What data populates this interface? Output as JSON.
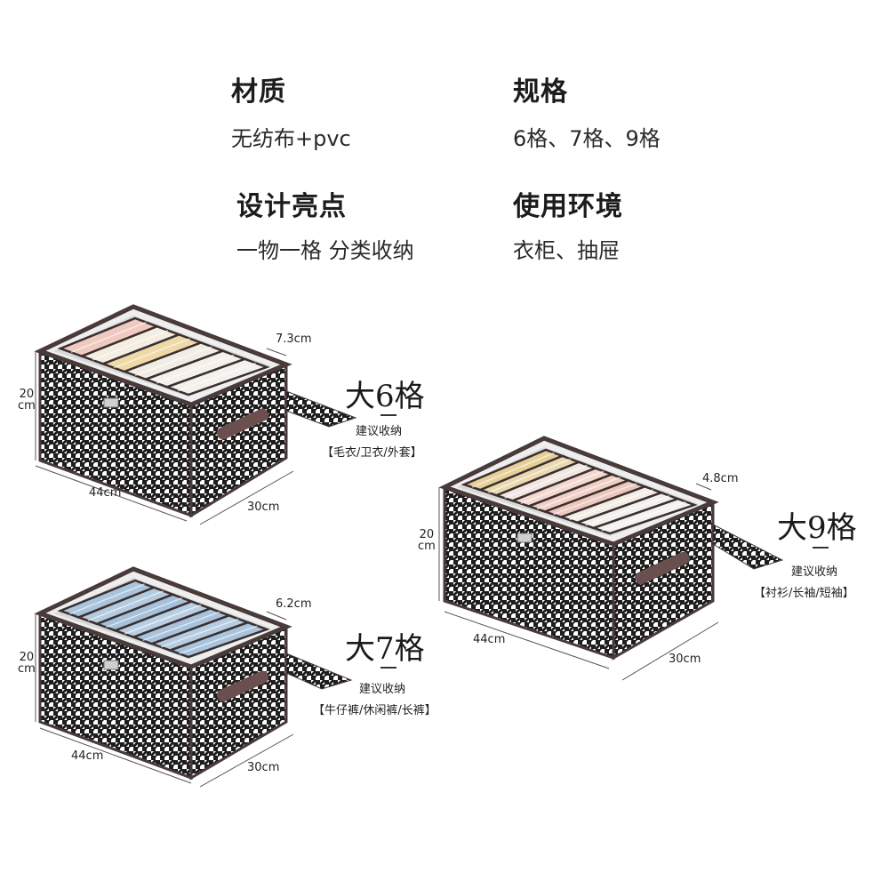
{
  "specs": {
    "material_title": "材质",
    "material_value": "无纺布+pvc",
    "size_title": "规格",
    "size_value": "6格、7格、9格",
    "design_title": "设计亮点",
    "design_value": "一物一格 分类收纳",
    "env_title": "使用环境",
    "env_value": "衣柜、抽屉"
  },
  "boxes": [
    {
      "name": "大6格",
      "compartment_width": "7.3cm",
      "height": "20\ncm",
      "length": "44cm",
      "depth": "30cm",
      "suggest_label": "建议收纳",
      "items": "【毛衣/卫衣/外套】",
      "compartments": 6,
      "clothes_colors": [
        "#f0c9c0",
        "#f3ede2",
        "#efd9a8",
        "#f2ede4",
        "#f4f1ea",
        "#f3f1ec"
      ]
    },
    {
      "name": "大7格",
      "compartment_width": "6.2cm",
      "height": "20\ncm",
      "length": "44cm",
      "depth": "30cm",
      "suggest_label": "建议收纳",
      "items": "【牛仔裤/休闲裤/长裤】",
      "compartments": 7,
      "clothes_colors": [
        "#a9c4dc",
        "#b3cbe0",
        "#a5c0da",
        "#b8cfe3",
        "#a9c2dc",
        "#b5cce1",
        "#aac3dd"
      ]
    },
    {
      "name": "大9格",
      "compartment_width": "4.8cm",
      "height": "20\ncm",
      "length": "44cm",
      "depth": "30cm",
      "suggest_label": "建议收纳",
      "items": "【衬衫/长袖/短袖】",
      "compartments": 9,
      "clothes_colors": [
        "#e6cf98",
        "#ead9b0",
        "#f1e6e2",
        "#f2d8cf",
        "#f0cfc5",
        "#ecc7bd",
        "#f3ede6",
        "#f2f0ec",
        "#f4f2ee"
      ]
    }
  ],
  "colors": {
    "frame": "#4a3b3b",
    "houndstooth_dark": "#1e1e1e",
    "houndstooth_light": "#ffffff",
    "handle": "#6b4f4f"
  }
}
